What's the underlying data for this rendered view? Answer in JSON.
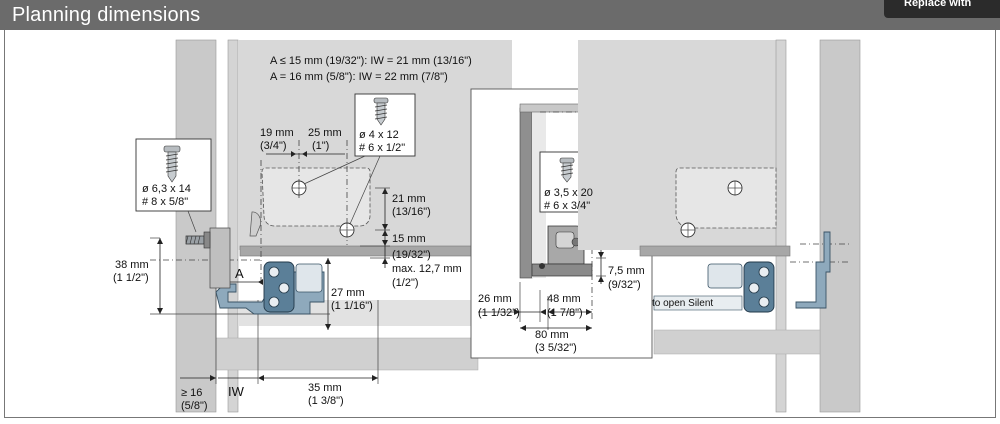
{
  "header": {
    "title": "Planning dimensions",
    "action_label": "Replace with"
  },
  "notes": {
    "line1": "A ≤ 15 mm (19/32\"): IW = 21 mm (13/16\")",
    "line2": "A = 16 mm (5/8\"): IW = 22 mm (7/8\")"
  },
  "screws": {
    "left": {
      "line1": "ø 6,3 x 14",
      "line2": "# 8 x 5/8\""
    },
    "middle": {
      "line1": "ø 4 x 12",
      "line2": "# 6 x 1/2\""
    },
    "detail": {
      "line1": "ø 3,5 x 20",
      "line2": "# 6 x 3/4\""
    }
  },
  "dimensions": {
    "d19_mm": "19 mm",
    "d19_in": "(3/4\")",
    "d25_mm": "25 mm",
    "d25_in": "(1\")",
    "d21_mm": "21 mm",
    "d21_in": "(13/16\")",
    "d15_mm": "15 mm",
    "d15_in": "(19/32\")",
    "dmax_mm": "max. 12,7 mm",
    "dmax_in": "(1/2\")",
    "d38_mm": "38 mm",
    "d38_in": "(1 1/2\")",
    "d27_mm": "27 mm",
    "d27_in": "(1 1/16\")",
    "a_label": "A",
    "d16_mm": "≥ 16",
    "d16_in": "(5/8\")",
    "iw_label": "IW",
    "d35_mm": "35 mm",
    "d35_in": "(1 3/8\")"
  },
  "detail": {
    "d26_mm": "26 mm",
    "d26_in": "(1 1/32\")",
    "d48_mm": "48 mm",
    "d48_in": "(1 7/8\")",
    "d80_mm": "80 mm",
    "d80_in": "(3 5/32\")",
    "d7_mm": "7,5 mm",
    "d7_in": "(9/32\")"
  },
  "right": {
    "label": "to open Silent"
  },
  "colors": {
    "header_bg": "#6b6b6b",
    "panel_gray": "#d8d8d8",
    "wall_gray": "#c9c9c9",
    "runner_blue": "#5b7f98"
  }
}
